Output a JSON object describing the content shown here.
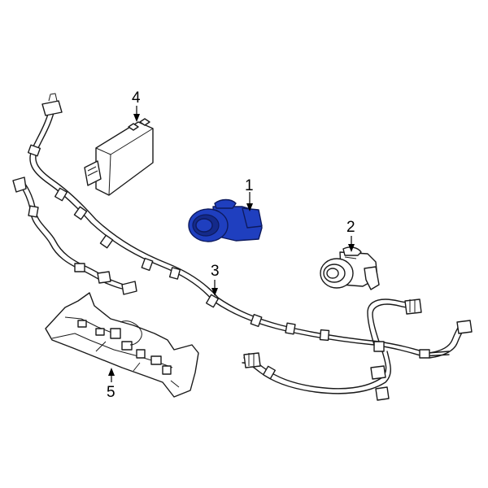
{
  "diagram": {
    "callouts": [
      {
        "id": "1",
        "label": "1"
      },
      {
        "id": "2",
        "label": "2"
      },
      {
        "id": "3",
        "label": "3"
      },
      {
        "id": "4",
        "label": "4"
      },
      {
        "id": "5",
        "label": "5"
      }
    ],
    "highlight_color": "#1f3fbf"
  }
}
